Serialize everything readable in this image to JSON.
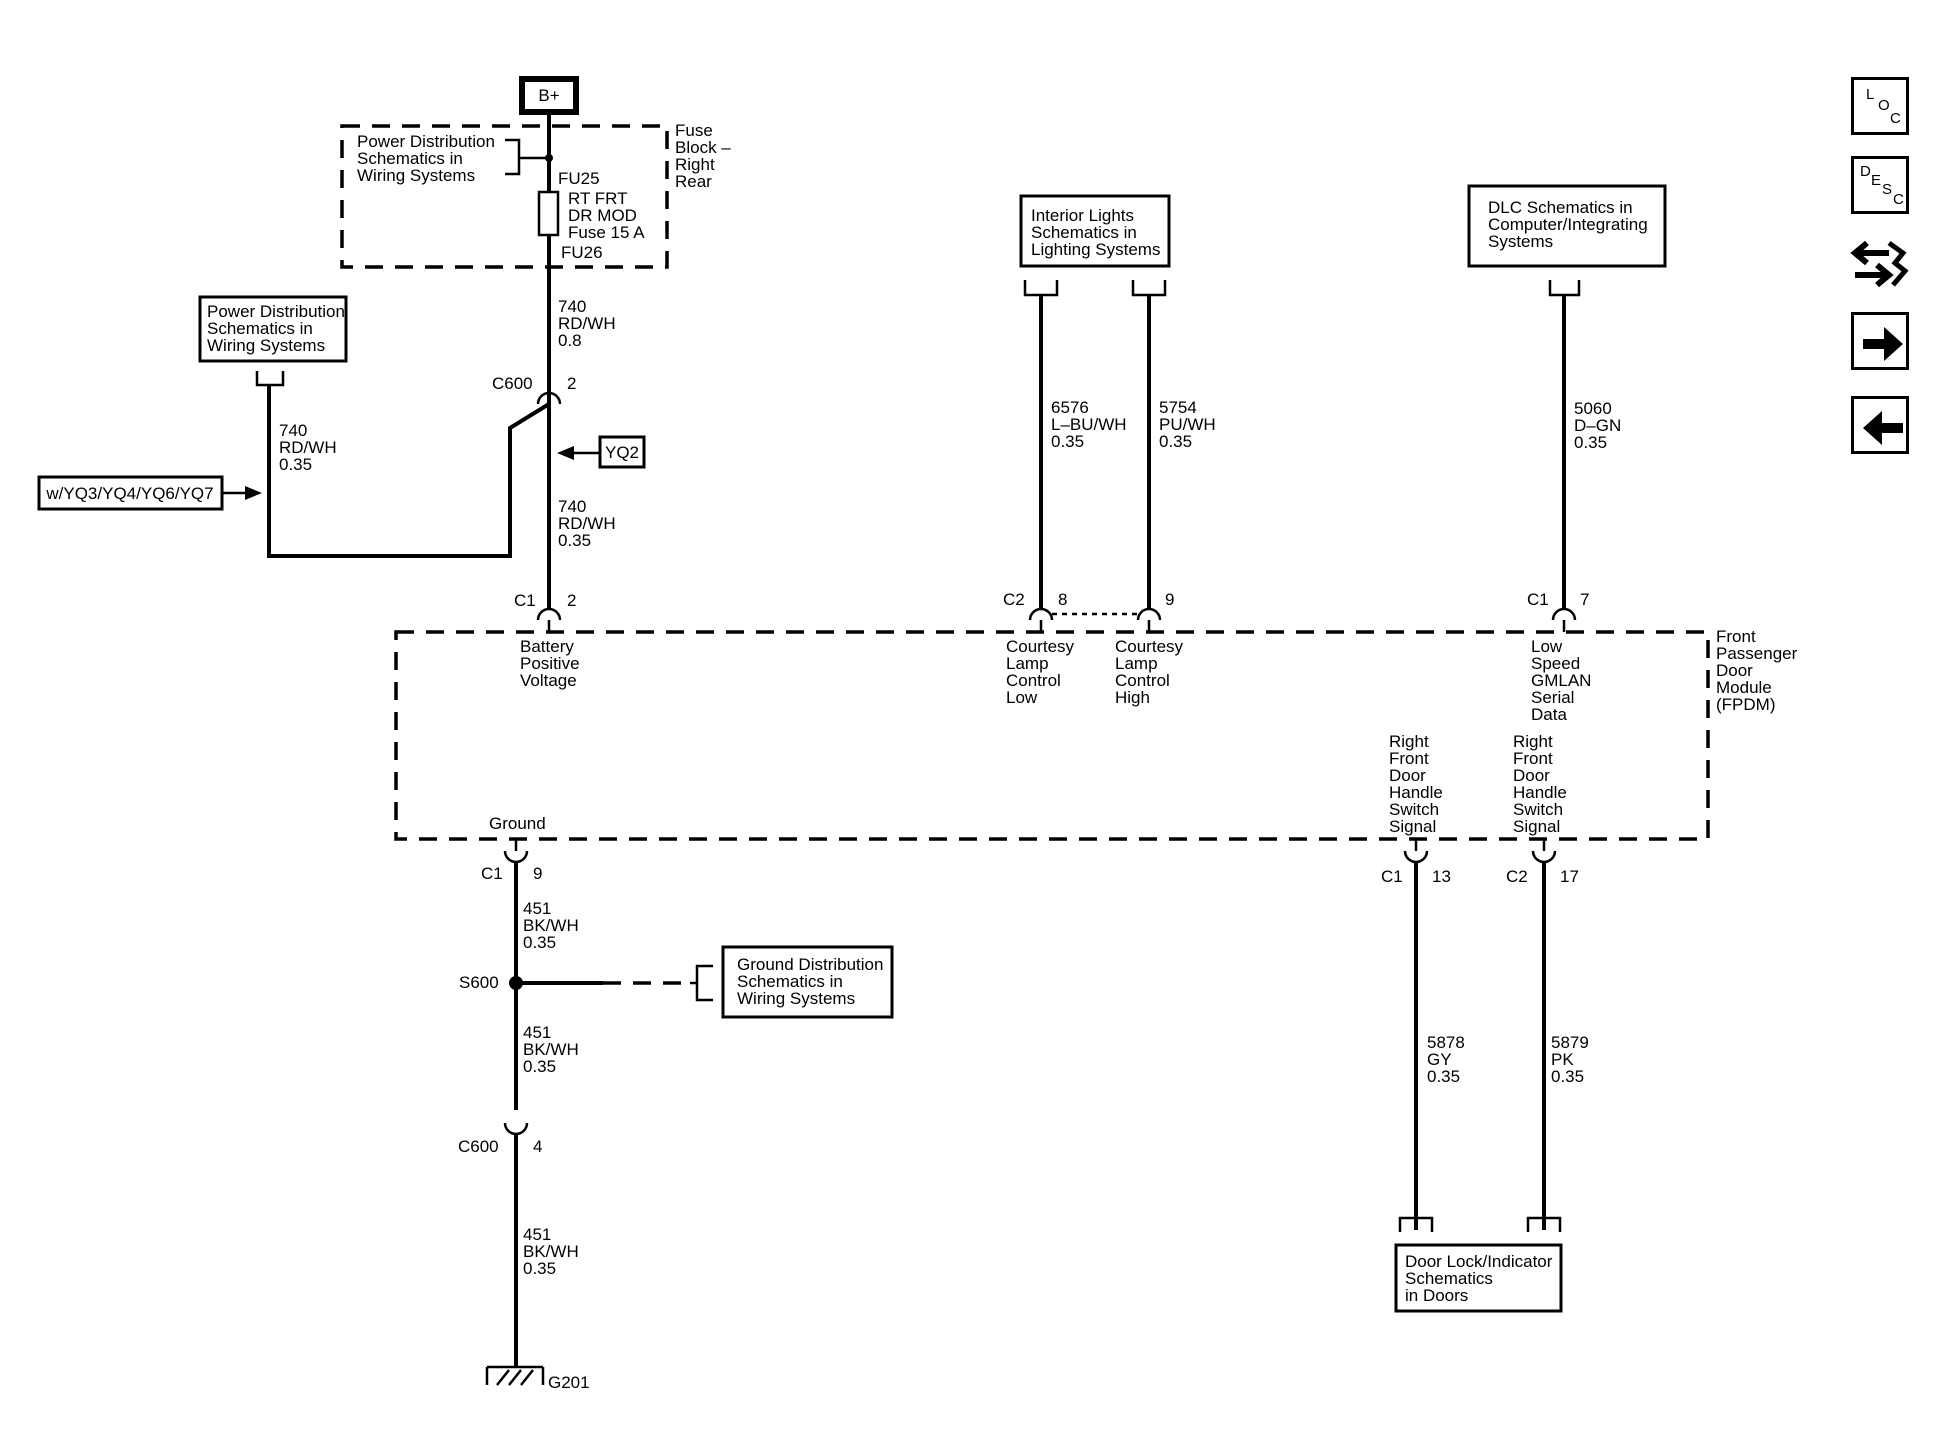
{
  "power": {
    "bplus": "B+",
    "pd_box": [
      "Power Distribution",
      "Schematics in",
      "Wiring Systems"
    ],
    "fuse_block": [
      "Fuse",
      "Block –",
      "Right",
      "Rear"
    ],
    "fu25": "FU25",
    "fuse_label": [
      "RT FRT",
      "DR MOD",
      "Fuse 15 A"
    ],
    "fu26": "FU26",
    "wire_upper": [
      "740",
      "RD/WH",
      "0.8"
    ],
    "c600_top": "C600",
    "c600_top_pin": "2",
    "yq2": "YQ2",
    "wire_lower": [
      "740",
      "RD/WH",
      "0.35"
    ],
    "pd_box_left": [
      "Power Distribution",
      "Schematics in",
      "Wiring Systems"
    ],
    "wire_left": [
      "740",
      "RD/WH",
      "0.35"
    ],
    "option": "w/YQ3/YQ4/YQ6/YQ7"
  },
  "interior": {
    "box": [
      "Interior Lights",
      "Schematics in",
      "Lighting Systems"
    ],
    "wire_a": [
      "6576",
      "L–BU/WH",
      "0.35"
    ],
    "wire_b": [
      "5754",
      "PU/WH",
      "0.35"
    ],
    "c2": "C2",
    "pin_a": "8",
    "pin_b": "9"
  },
  "dlc": {
    "box": [
      "DLC Schematics in",
      "Computer/Integrating",
      "Systems"
    ],
    "wire": [
      "5060",
      "D–GN",
      "0.35"
    ],
    "c1": "C1",
    "pin": "7"
  },
  "module": {
    "c1_bat": "C1",
    "pin_bat": "2",
    "name": [
      "Front",
      "Passenger",
      "Door",
      "Module",
      "(FPDM)"
    ],
    "battery": [
      "Battery",
      "Positive",
      "Voltage"
    ],
    "courtesy_low": [
      "Courtesy",
      "Lamp",
      "Control",
      "Low"
    ],
    "courtesy_high": [
      "Courtesy",
      "Lamp",
      "Control",
      "High"
    ],
    "gmlan": [
      "Low",
      "Speed",
      "GMLAN",
      "Serial",
      "Data"
    ],
    "switch_a": [
      "Right",
      "Front",
      "Door",
      "Handle",
      "Switch",
      "Signal"
    ],
    "switch_b": [
      "Right",
      "Front",
      "Door",
      "Handle",
      "Switch",
      "Signal"
    ],
    "ground": "Ground"
  },
  "ground": {
    "c1": "C1",
    "pin": "9",
    "wire_a": [
      "451",
      "BK/WH",
      "0.35"
    ],
    "splice": "S600",
    "gd_box": [
      "Ground Distribution",
      "Schematics in",
      "Wiring Systems"
    ],
    "wire_b": [
      "451",
      "BK/WH",
      "0.35"
    ],
    "c600": "C600",
    "c600_pin": "4",
    "wire_c": [
      "451",
      "BK/WH",
      "0.35"
    ],
    "g201": "G201"
  },
  "doors": {
    "c1": "C1",
    "pin_a": "13",
    "c2": "C2",
    "pin_b": "17",
    "wire_a": [
      "5878",
      "GY",
      "0.35"
    ],
    "wire_b": [
      "5879",
      "PK",
      "0.35"
    ],
    "box": [
      "Door Lock/Indicator",
      "Schematics",
      "in Doors"
    ]
  },
  "nav": {
    "loc": [
      "L",
      "O",
      "C"
    ],
    "desc": [
      "D",
      "E",
      "S",
      "C"
    ]
  }
}
